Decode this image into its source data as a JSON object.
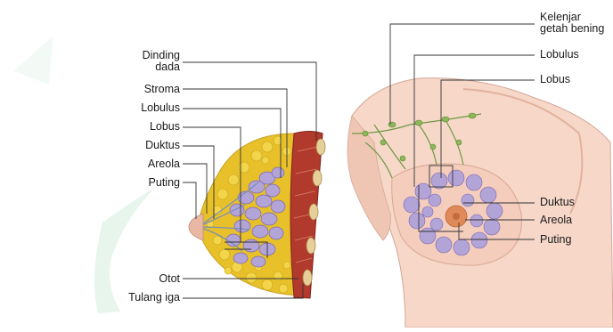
{
  "left_labels": {
    "dinding_dada": [
      "Dinding",
      "dada"
    ],
    "stroma": "Stroma",
    "lobulus": "Lobulus",
    "lobus": "Lobus",
    "duktus": "Duktus",
    "areola": "Areola",
    "puting": "Puting",
    "otot": "Otot",
    "tulang_iga": "Tulang iga"
  },
  "right_labels": {
    "kelenjar_getah_bening": [
      "Kelenjar",
      "getah bening"
    ],
    "lobulus": "Lobulus",
    "lobus": "Lobus",
    "duktus": "Duktus",
    "areola": "Areola",
    "puting": "Puting"
  },
  "colors": {
    "fat_yellow": "#e8c12a",
    "lobule_purple": "#b3a4d8",
    "lobule_dark": "#7a68b0",
    "muscle_red": "#b23a2c",
    "skin": "#f6d7c8",
    "skin_shadow": "#e9b8a5",
    "lymph_green": "#6f9a45",
    "line": "#333333",
    "watermark": "#dcefe3"
  },
  "icons": {
    "watermark": "watermark-logo"
  }
}
